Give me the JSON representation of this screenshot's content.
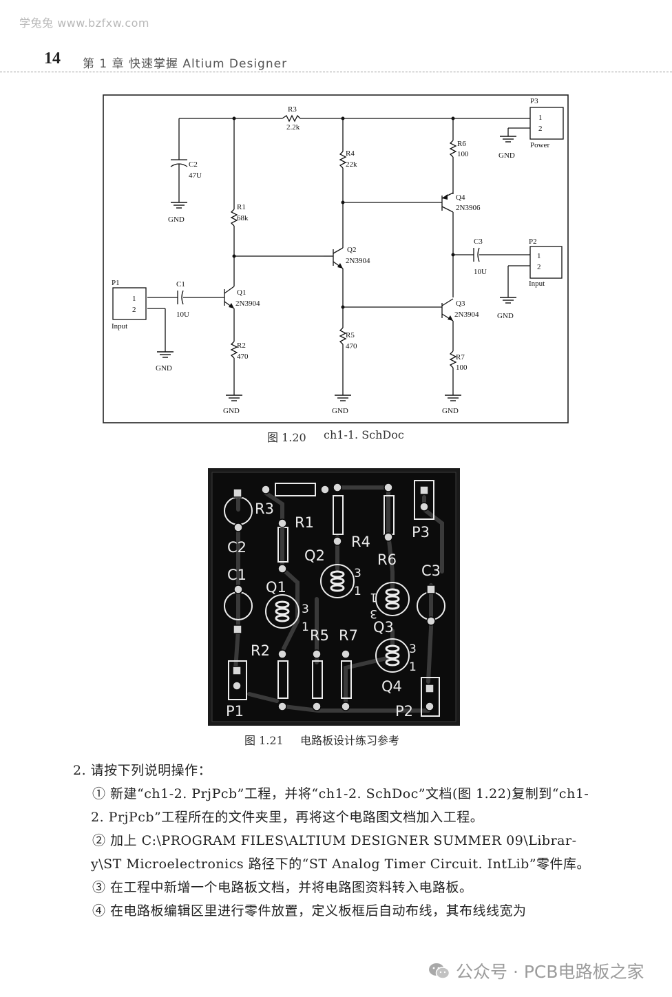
{
  "watermark": "学兔兔 www.bzfxw.com",
  "header": {
    "page_number": "14",
    "chapter": "第 1 章   快速掌握 Altium Designer"
  },
  "schematic": {
    "caption_num": "图 1.20",
    "caption_text": "ch1-1. SchDoc",
    "labels": {
      "r3": "R3",
      "r3v": "2.2k",
      "c2": "C2",
      "c2v": "47U",
      "r1": "R1",
      "r1v": "68k",
      "r4": "R4",
      "r4v": "22k",
      "r6": "R6",
      "r6v": "100",
      "q4": "Q4",
      "q4v": "2N3906",
      "q2": "Q2",
      "q2v": "2N3904",
      "q1": "Q1",
      "q1v": "2N3904",
      "q3": "Q3",
      "q3v": "2N3904",
      "c1": "C1",
      "c1v": "10U",
      "c3": "C3",
      "c3v": "10U",
      "r2": "R2",
      "r2v": "470",
      "r5": "R5",
      "r5v": "470",
      "r7": "R7",
      "r7v": "100",
      "p1": "P1",
      "p1_pin1": "1",
      "p1_pin2": "2",
      "p1_name": "Input",
      "p2": "P2",
      "p2_pin1": "1",
      "p2_pin2": "2",
      "p2_name": "Input",
      "p3": "P3",
      "p3_pin1": "1",
      "p3_pin2": "2",
      "p3_name": "Power",
      "gnd": "GND"
    }
  },
  "pcb": {
    "caption_num": "图 1.21",
    "caption_text": "电路板设计练习参考",
    "labels": {
      "r3": "R3",
      "r1": "R1",
      "r4": "R4",
      "r6": "R6",
      "p3": "P3",
      "c2": "C2",
      "q2": "Q2",
      "c1": "C1",
      "q1": "Q1",
      "c3": "C3",
      "q3": "Q3",
      "r5": "R5",
      "r7": "R7",
      "r2": "R2",
      "q4": "Q4",
      "p1": "P1",
      "p2": "P2",
      "pin3": "3",
      "pin1": "1"
    },
    "colors": {
      "board": "#0c0c0c",
      "silk": "#ececec",
      "trace": "#3a3a3a"
    }
  },
  "instructions": {
    "heading": "2. 请按下列说明操作：",
    "lines": [
      "① 新建“ch1-2. PrjPcb”工程，并将“ch1-2. SchDoc”文档(图 1.22)复制到“ch1-",
      "2. PrjPcb”工程所在的文件夹里，再将这个电路图文档加入工程。",
      "② 加上 C:\\PROGRAM FILES\\ALTIUM DESIGNER SUMMER 09\\Librar-",
      "y\\ST Microelectronics 路径下的“ST Analog Timer Circuit. IntLib”零件库。",
      "③ 在工程中新增一个电路板文档，并将电路图资料转入电路板。",
      "④ 在电路板编辑区里进行零件放置，定义板框后自动布线，其布线线宽为"
    ]
  },
  "footer": {
    "brand": "公众号 · PCB电路板之家"
  }
}
